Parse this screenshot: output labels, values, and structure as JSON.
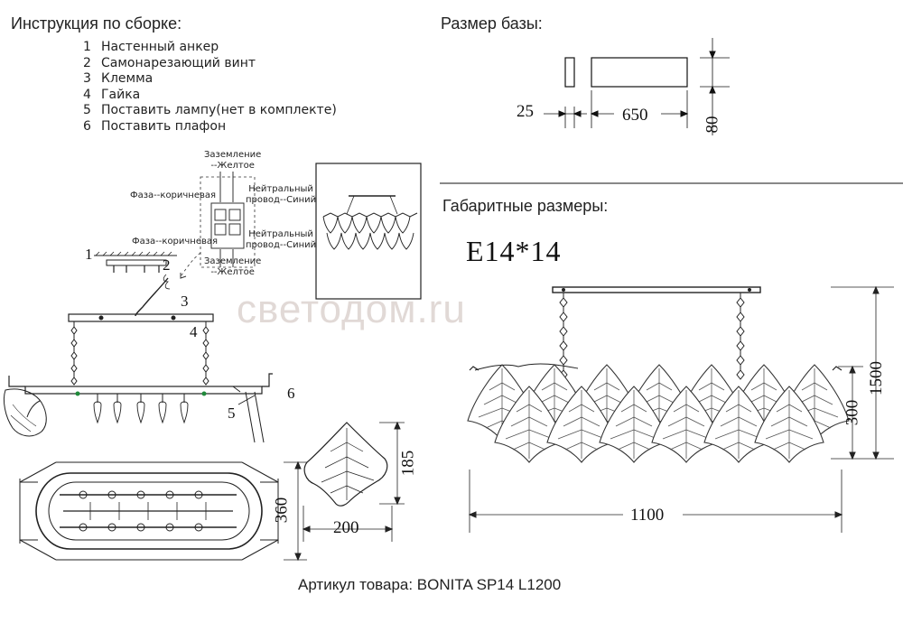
{
  "assembly": {
    "title": "Инструкция по сборке:",
    "steps": [
      {
        "num": "1",
        "text": "Настенный анкер"
      },
      {
        "num": "2",
        "text": "Самонарезающий винт"
      },
      {
        "num": "3",
        "text": "Клемма"
      },
      {
        "num": "4",
        "text": "Гайка"
      },
      {
        "num": "5",
        "text": "Поставить лампу(нет в комплекте)"
      },
      {
        "num": "6",
        "text": "Поставить плафон"
      }
    ],
    "wiring": {
      "ground_top": "Заземление\n--Желтое",
      "phase_1": "Фаза--коричневая",
      "neutral_1": "Нейтральный\nпровод--Синий",
      "phase_2": "Фаза--коричневая",
      "neutral_2": "Нейтральный\nпровод--Синий",
      "ground_bottom": "Заземление\n--Желтое"
    },
    "callouts": [
      "1",
      "2",
      "3",
      "4",
      "5",
      "6"
    ],
    "dims": {
      "plan_height": "360",
      "shade_width": "200",
      "shade_height": "185"
    }
  },
  "base": {
    "title": "Размер базы:",
    "dims": {
      "thickness": "25",
      "length": "650",
      "height": "80"
    }
  },
  "overall": {
    "title": "Габаритные размеры:",
    "lamp": "E14*14",
    "dims": {
      "width": "1100",
      "height_total": "1500",
      "height_body": "300"
    }
  },
  "watermark": "светодом.ru",
  "article": "Артикул товара: BONITA SP14 L1200",
  "colors": {
    "line": "#222222",
    "watermark": "#d2c3bd",
    "terminal_green": "#1f8a3a"
  }
}
